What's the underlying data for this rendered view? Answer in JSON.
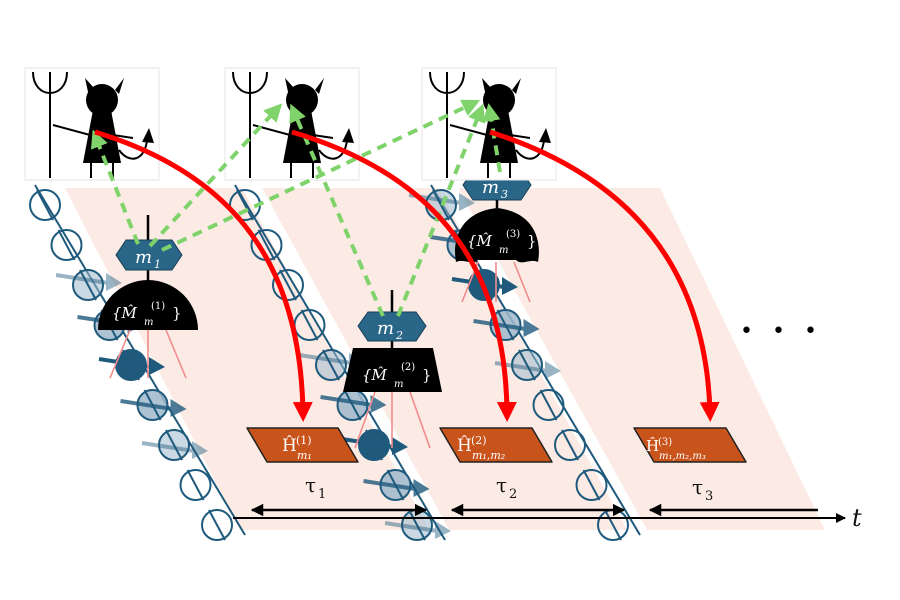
{
  "diagram": {
    "colors": {
      "background_band": "#fcebe4",
      "qubit_stroke": "#1f5a7d",
      "qubit_fill_dark": "#1f5a7d",
      "qubit_fill_light": "#9fb9cc",
      "measurement_tag": "#2a6688",
      "measurement_box": "#000000",
      "hamiltonian_box": "#c8541c",
      "feedback_arrow": "#ff0000",
      "classical_link": "#7fd36a",
      "light_cone": "#f28b8b",
      "axis": "#000000"
    },
    "agents": [
      {
        "id": "adversary-1",
        "icon": "devil-with-trident-icon"
      },
      {
        "id": "adversary-2",
        "icon": "devil-with-trident-icon"
      },
      {
        "id": "adversary-3",
        "icon": "devil-with-trident-icon"
      }
    ],
    "measurements": [
      {
        "outcome_label": "m",
        "outcome_sub": "1",
        "operator_label": "{M̂",
        "operator_sub": "m",
        "operator_sup": "(1)",
        "operator_close": "}",
        "shape": "dome"
      },
      {
        "outcome_label": "m",
        "outcome_sub": "2",
        "operator_label": "{M̂",
        "operator_sub": "m",
        "operator_sup": "(2)",
        "operator_close": "}",
        "shape": "trapezoid"
      },
      {
        "outcome_label": "m",
        "outcome_sub": "3",
        "operator_label": "{M̂",
        "operator_sub": "m",
        "operator_sup": "(3)",
        "operator_close": "}",
        "shape": "bell"
      }
    ],
    "hamiltonians": [
      {
        "symbol": "Ĥ",
        "sup": "(1)",
        "sub": "m₁"
      },
      {
        "symbol": "Ĥ",
        "sup": "(2)",
        "sub": "m₁,m₂"
      },
      {
        "symbol": "Ĥ",
        "sup": "(3)",
        "sub": "m₁,m₂,m₃"
      }
    ],
    "intervals": [
      {
        "symbol": "τ",
        "sub": "1"
      },
      {
        "symbol": "τ",
        "sub": "2"
      },
      {
        "symbol": "τ",
        "sub": "3"
      }
    ],
    "time_axis_label": "t",
    "continuation": "• • •"
  }
}
